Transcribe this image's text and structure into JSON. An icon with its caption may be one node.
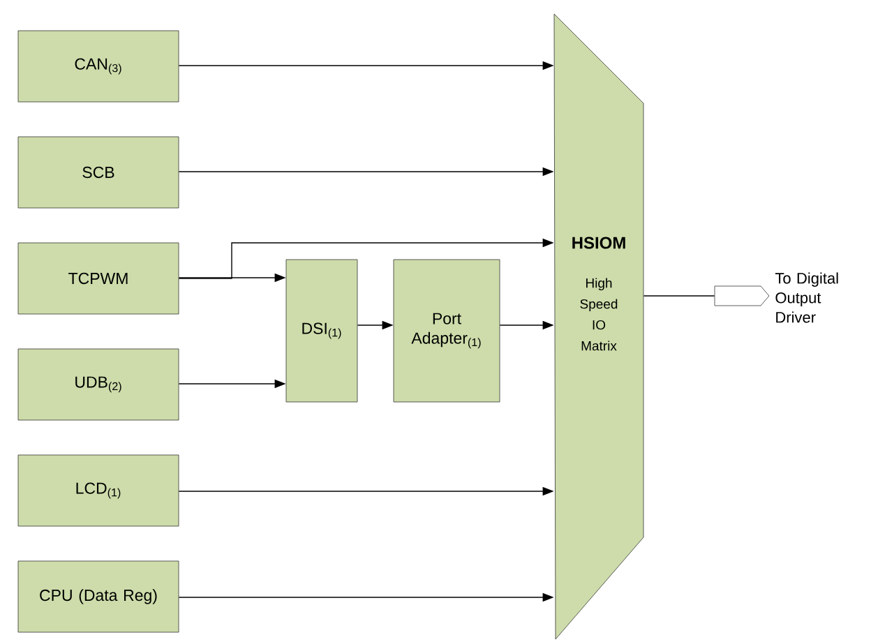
{
  "diagram": {
    "nodes": [
      {
        "text": [
          "CAN$_{(3)}$"
        ]
      },
      {
        "text": [
          "SCB"
        ]
      },
      {
        "text": [
          "TCPWM"
        ]
      },
      {
        "text": [
          "UDB$_{(2)}$"
        ]
      },
      {
        "text": [
          "LCD$_{(1)}$"
        ]
      },
      {
        "text": [
          "CPU (Data Reg)"
        ]
      },
      {
        "text": [
          "DSI$_{(1)}$"
        ]
      },
      {
        "text": [
          "Port Adapter$_{(1)}$"
        ]
      },
      {
        "text": [
          "HSIOM",
          "High Speed IO Matrix"
        ]
      },
      {
        "text": [],
        "shape": "connector",
        "beside": [
          "To Digital Output Driver"
        ]
      }
    ],
    "edges": [
      {
        "from": 0,
        "to": 8,
        "arrow": "to"
      },
      {
        "from": 1,
        "to": 8,
        "arrow": "to"
      },
      {
        "from": 2,
        "to": 8,
        "arrow": "to"
      },
      {
        "from": 2,
        "to": 6,
        "arrow": "to"
      },
      {
        "from": 3,
        "to": 6,
        "arrow": "to"
      },
      {
        "from": 6,
        "to": 7,
        "arrow": "to"
      },
      {
        "from": 7,
        "to": 8,
        "arrow": "to"
      },
      {
        "from": 4,
        "to": 8,
        "arrow": "to"
      },
      {
        "from": 5,
        "to": 8,
        "arrow": "to"
      },
      {
        "from": 8,
        "to": 9,
        "arrow": "none"
      }
    ]
  }
}
